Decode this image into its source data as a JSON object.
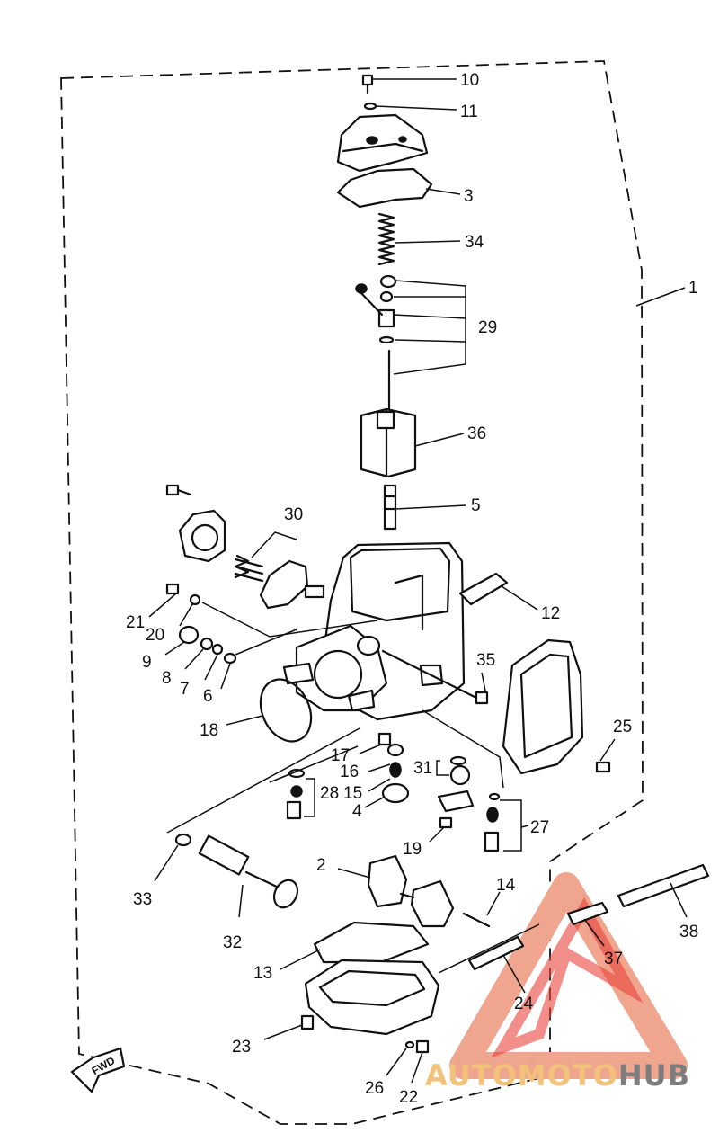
{
  "callouts": [
    {
      "id": "c1",
      "text": "1"
    },
    {
      "id": "c2",
      "text": "2"
    },
    {
      "id": "c3",
      "text": "3"
    },
    {
      "id": "c4",
      "text": "4"
    },
    {
      "id": "c5",
      "text": "5"
    },
    {
      "id": "c6",
      "text": "6"
    },
    {
      "id": "c7",
      "text": "7"
    },
    {
      "id": "c8",
      "text": "8"
    },
    {
      "id": "c9",
      "text": "9"
    },
    {
      "id": "c10",
      "text": "10"
    },
    {
      "id": "c11",
      "text": "11"
    },
    {
      "id": "c12",
      "text": "12"
    },
    {
      "id": "c13",
      "text": "13"
    },
    {
      "id": "c14",
      "text": "14"
    },
    {
      "id": "c15",
      "text": "15"
    },
    {
      "id": "c16",
      "text": "16"
    },
    {
      "id": "c17",
      "text": "17"
    },
    {
      "id": "c18",
      "text": "18"
    },
    {
      "id": "c19",
      "text": "19"
    },
    {
      "id": "c20",
      "text": "20"
    },
    {
      "id": "c21",
      "text": "21"
    },
    {
      "id": "c22",
      "text": "22"
    },
    {
      "id": "c23",
      "text": "23"
    },
    {
      "id": "c24",
      "text": "24"
    },
    {
      "id": "c25",
      "text": "25"
    },
    {
      "id": "c26",
      "text": "26"
    },
    {
      "id": "c27",
      "text": "27"
    },
    {
      "id": "c28",
      "text": "28"
    },
    {
      "id": "c29",
      "text": "29"
    },
    {
      "id": "c30",
      "text": "30"
    },
    {
      "id": "c31",
      "text": "31"
    },
    {
      "id": "c32",
      "text": "32"
    },
    {
      "id": "c33",
      "text": "33"
    },
    {
      "id": "c34",
      "text": "34"
    },
    {
      "id": "c35",
      "text": "35"
    },
    {
      "id": "c36",
      "text": "36"
    },
    {
      "id": "c37",
      "text": "37"
    },
    {
      "id": "c38",
      "text": "38"
    }
  ],
  "fwd_label": "FWD",
  "watermark": {
    "part1": "AUTOMOTO",
    "part2": "HUB",
    "color_light": "#f0a58f",
    "color_red": "#e8423b",
    "color_gold": "#f2c27a",
    "color_grey": "#7d7d7d"
  }
}
